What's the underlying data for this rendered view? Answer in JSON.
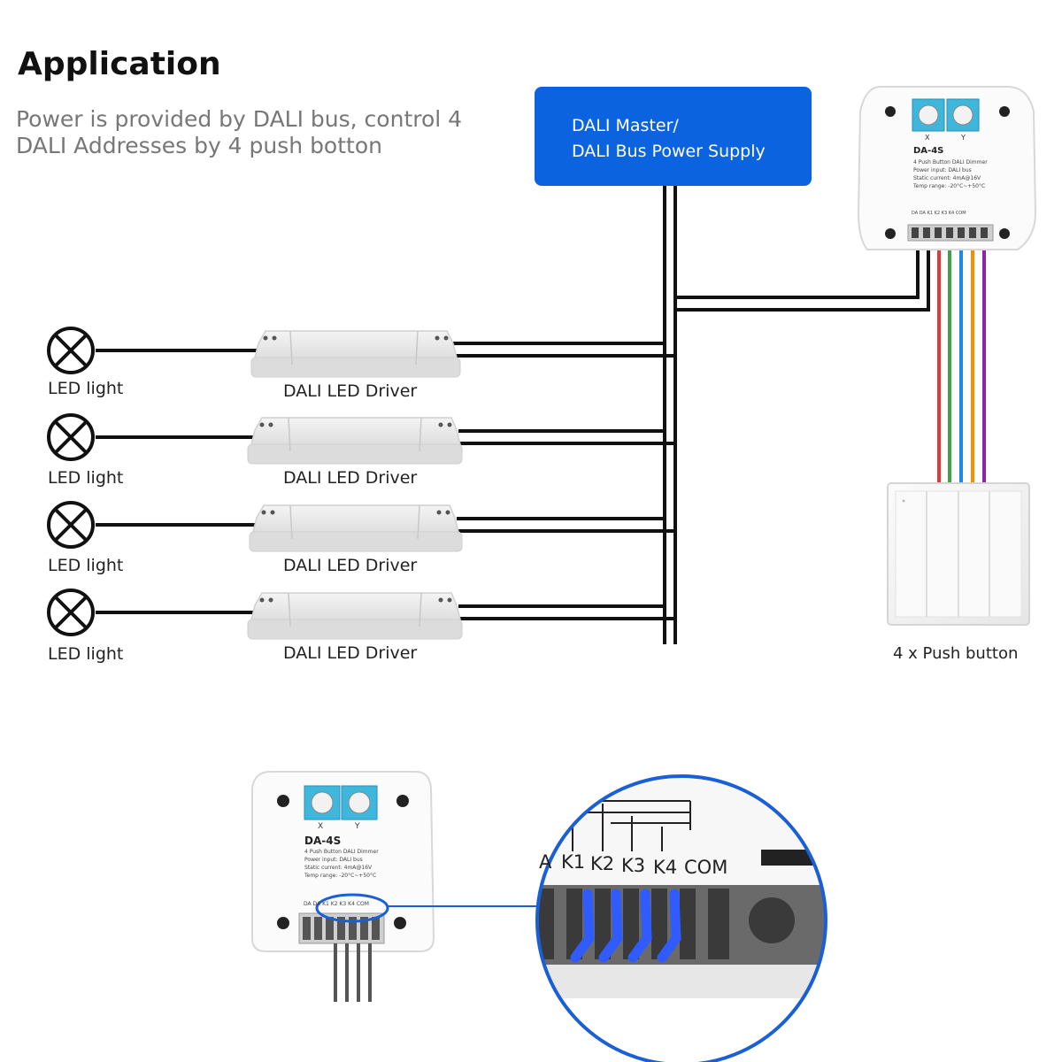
{
  "header": {
    "title": "Application",
    "subtitle_line1": "Power is provided by DALI bus, control 4",
    "subtitle_line2": "DALI Addresses by 4 push botton"
  },
  "master": {
    "line1": "DALI Master/",
    "line2": "DALI Bus Power Supply"
  },
  "rows": [
    {
      "light_label": "LED light",
      "driver_label": "DALI LED Driver"
    },
    {
      "light_label": "LED light",
      "driver_label": "DALI LED Driver"
    },
    {
      "light_label": "LED light",
      "driver_label": "DALI LED Driver"
    },
    {
      "light_label": "LED light",
      "driver_label": "DALI LED Driver"
    }
  ],
  "dimmer": {
    "model": "DA-4S",
    "name": "4 Push Button DALI Dimmer",
    "spec_power": "Power input: DALI bus",
    "spec_current": "Static current: 4mA@16V",
    "spec_temp": "Temp range: -20°C~+50°C",
    "dial_x": "X",
    "dial_y": "Y",
    "terminals": [
      "DA",
      "DA",
      "K1",
      "K2",
      "K3",
      "K4",
      "COM"
    ]
  },
  "push_button": {
    "label": "4 x Push button"
  },
  "zoom": {
    "terminal_labels": [
      "A",
      "K1",
      "K2",
      "K3",
      "K4",
      "COM"
    ]
  },
  "colors": {
    "master_blue": "#0b63e0",
    "wire_red": "#e53935",
    "wire_green": "#43a047",
    "wire_blue": "#1e88e5",
    "wire_orange": "#fb8c00",
    "wire_purple": "#8e24aa",
    "dial_cyan": "#3fb6dc",
    "zoom_ring": "#1a5fd6"
  }
}
